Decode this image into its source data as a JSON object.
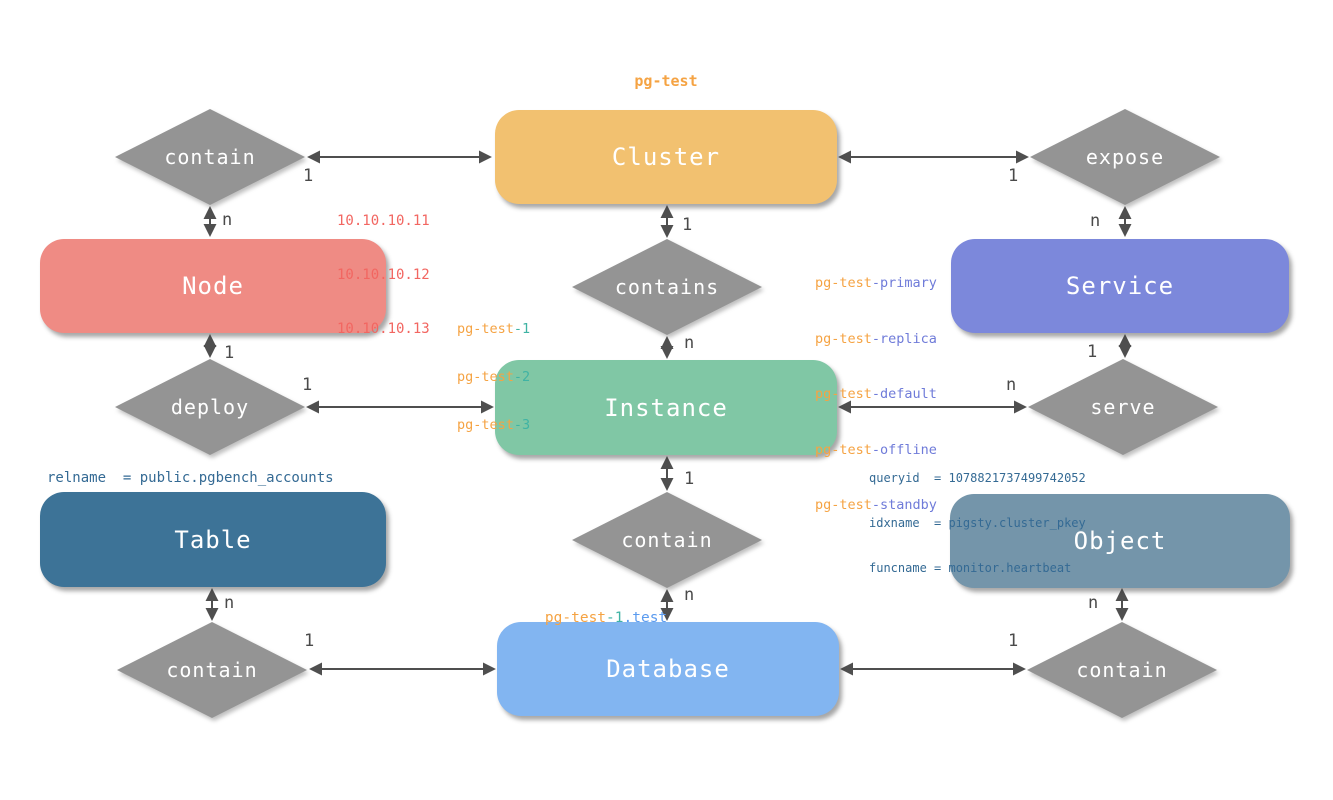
{
  "diagram": {
    "title": "pg-test",
    "entities": {
      "cluster": {
        "label": "Cluster",
        "color": "#F2C170"
      },
      "node": {
        "label": "Node",
        "color": "#EF8B84"
      },
      "service": {
        "label": "Service",
        "color": "#7C88DB"
      },
      "instance": {
        "label": "Instance",
        "color": "#80C7A5"
      },
      "table": {
        "label": "Table",
        "color": "#3D7397"
      },
      "object": {
        "label": "Object",
        "color": "#7495AA"
      },
      "database": {
        "label": "Database",
        "color": "#82B5F1"
      }
    },
    "relations": {
      "contain_top": "contain",
      "expose": "expose",
      "contains": "contains",
      "deploy": "deploy",
      "serve": "serve",
      "contain_mid": "contain",
      "contain_bl": "contain",
      "contain_br": "contain"
    },
    "cardinalities": {
      "cluster_contain": "1",
      "contain_node": "n",
      "node_deploy": "1",
      "deploy_instance": "1",
      "cluster_expose": "1",
      "expose_service": "n",
      "service_serve": "1",
      "instance_serve": "n",
      "cluster_contains": "1",
      "contains_instance": "n",
      "instance_contain": "1",
      "contain_database": "n",
      "table_contain": "n",
      "database_contain_left": "1",
      "database_contain_right": "1",
      "object_contain": "n"
    },
    "annotations": {
      "node_ips": [
        "10.10.10.11",
        "10.10.10.12",
        "10.10.10.13"
      ],
      "services": [
        {
          "prefix": "pg-test",
          "suffix": "-primary"
        },
        {
          "prefix": "pg-test",
          "suffix": "-replica"
        },
        {
          "prefix": "pg-test",
          "suffix": "-default"
        },
        {
          "prefix": "pg-test",
          "suffix": "-offline"
        },
        {
          "prefix": "pg-test",
          "suffix": "-standby"
        }
      ],
      "instances": [
        {
          "prefix": "pg-test",
          "suffix": "-1"
        },
        {
          "prefix": "pg-test",
          "suffix": "-2"
        },
        {
          "prefix": "pg-test",
          "suffix": "-3"
        }
      ],
      "database_name": {
        "prefix": "pg-test",
        "mid": "-1",
        "suffix": ".test"
      },
      "table_info": "relname  = public.pgbench_accounts",
      "object_info": [
        "queryid  = 1078821737499742052",
        "idxname  = pigsty.cluster_pkey",
        "funcname = monitor.heartbeat"
      ]
    },
    "colors": {
      "diamond": "#949494",
      "connector": "#4F4F4F",
      "title_orange": "#F5A343",
      "ip_red": "#F26661",
      "service_suffix_purple": "#6F7BD9",
      "instance_suffix_teal": "#3FB3A4",
      "db_suffix_blue": "#5B9BEF",
      "info_navy": "#346A94"
    }
  }
}
